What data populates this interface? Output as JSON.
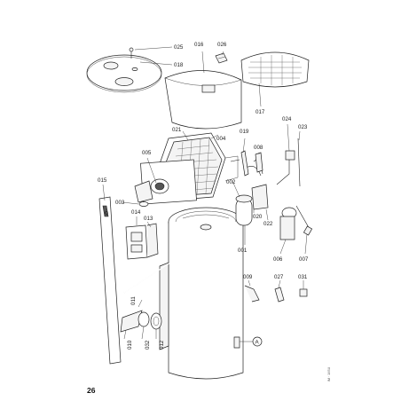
{
  "page_number": "26",
  "side_note": "IM · 1/ISU",
  "labels": {
    "l025": "025",
    "l018": "018",
    "l016": "016",
    "l026": "026",
    "l017": "017",
    "l021": "021",
    "l004": "004",
    "l019": "019",
    "l008": "008",
    "l024": "024",
    "l023": "023",
    "l005": "005",
    "l002": "002",
    "l020": "020",
    "l022": "022",
    "l015": "015",
    "l003": "003",
    "l014": "014",
    "l013": "013",
    "l001": "001",
    "l006": "006",
    "l007": "007",
    "l009": "009",
    "l027": "027",
    "l031": "031",
    "l011": "011",
    "l010": "010",
    "l032": "032",
    "l012": "012",
    "lA": "A"
  }
}
